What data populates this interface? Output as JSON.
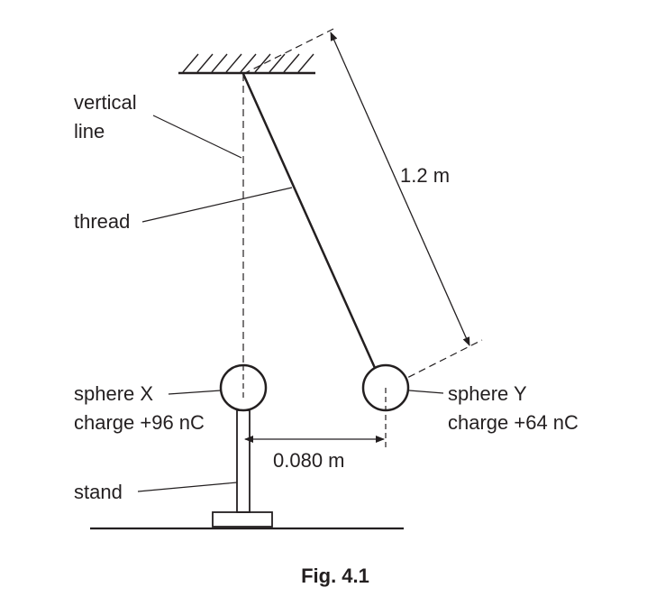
{
  "labels": {
    "vertical_line_1": "vertical",
    "vertical_line_2": "line",
    "thread": "thread",
    "length": "1.2 m",
    "sphere_x_name": "sphere X",
    "sphere_x_charge": "charge +96 nC",
    "sphere_y_name": "sphere Y",
    "sphere_y_charge": "charge +64 nC",
    "separation": "0.080 m",
    "stand": "stand"
  },
  "caption": "Fig. 4.1",
  "colors": {
    "ink": "#231f20",
    "background": "#ffffff"
  }
}
